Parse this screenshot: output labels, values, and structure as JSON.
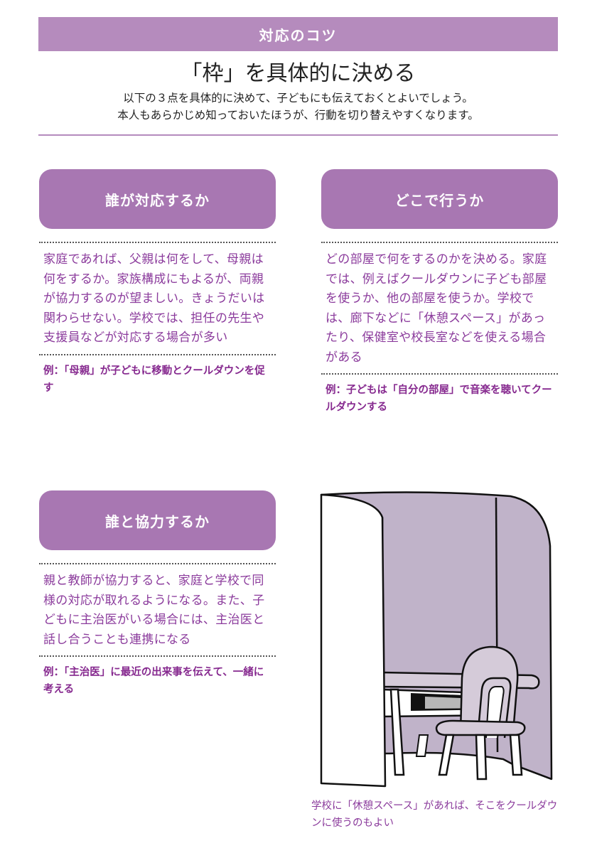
{
  "header": {
    "label": "対応のコツ"
  },
  "title": "「枠」を具体的に決める",
  "intro": {
    "line1": "以下の３点を具体的に決めて、子どもにも伝えておくとよいでしょう。",
    "line2": "本人もあらかじめ知っておいたほうが、行動を切り替えやすくなります。"
  },
  "cards": [
    {
      "heading": "誰が対応するか",
      "body": "家庭であれば、父親は何をして、母親は何をするか。家族構成にもよるが、両親が協力するのが望ましい。きょうだいは関わらせない。学校では、担任の先生や支援員などが対応する場合が多い",
      "example": "例：「母親」が子どもに移動とクールダウンを促す"
    },
    {
      "heading": "どこで行うか",
      "body": "どの部屋で何をするのかを決める。家庭では、例えばクールダウンに子ども部屋を使うか、他の部屋を使うか。学校では、廊下などに「休憩スペース」があったり、保健室や校長室などを使える場合がある",
      "example": "例：子どもは「自分の部屋」で音楽を聴いてクールダウンする"
    },
    {
      "heading": "誰と協力するか",
      "body": "親と教師が協力すると、家庭と学校で同様の対応が取れるようになる。また、子どもに主治医がいる場合には、主治医と話し合うことも連携になる",
      "example": "例：「主治医」に最近の出来事を伝えて、一緒に考える"
    }
  ],
  "illustration": {
    "icon": "cooldown-booth-illustration",
    "caption": "学校に「休憩スペース」があれば、そこをクールダウンに使うのもよい"
  },
  "colors": {
    "header_bar": "#b58bbd",
    "card_heading": "#a877b2",
    "body_text": "#8b3b9c",
    "example_text": "#86298f",
    "booth_fill": "#c0b3c9"
  }
}
